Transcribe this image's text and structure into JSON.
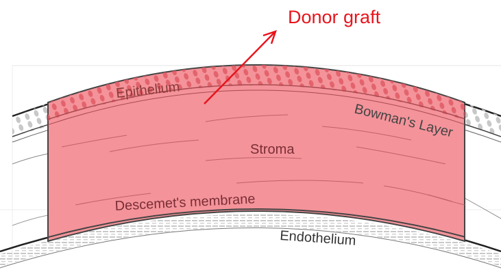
{
  "colors": {
    "graft_fill": "#f08088",
    "graft_stroke": "#444444",
    "annotation_red": "#e8141c",
    "label_dark": "#8a3a3a",
    "layer_line": "#b05a5a",
    "pattern": "#bdbdbd"
  },
  "labels": {
    "donor_graft": "Donor graft",
    "epithelium": "Epithelium",
    "bowmans_layer": "Bowman's Layer",
    "stroma": "Stroma",
    "descemets_membrane": "Descemet's membrane",
    "endothelium": "Endothelium"
  }
}
